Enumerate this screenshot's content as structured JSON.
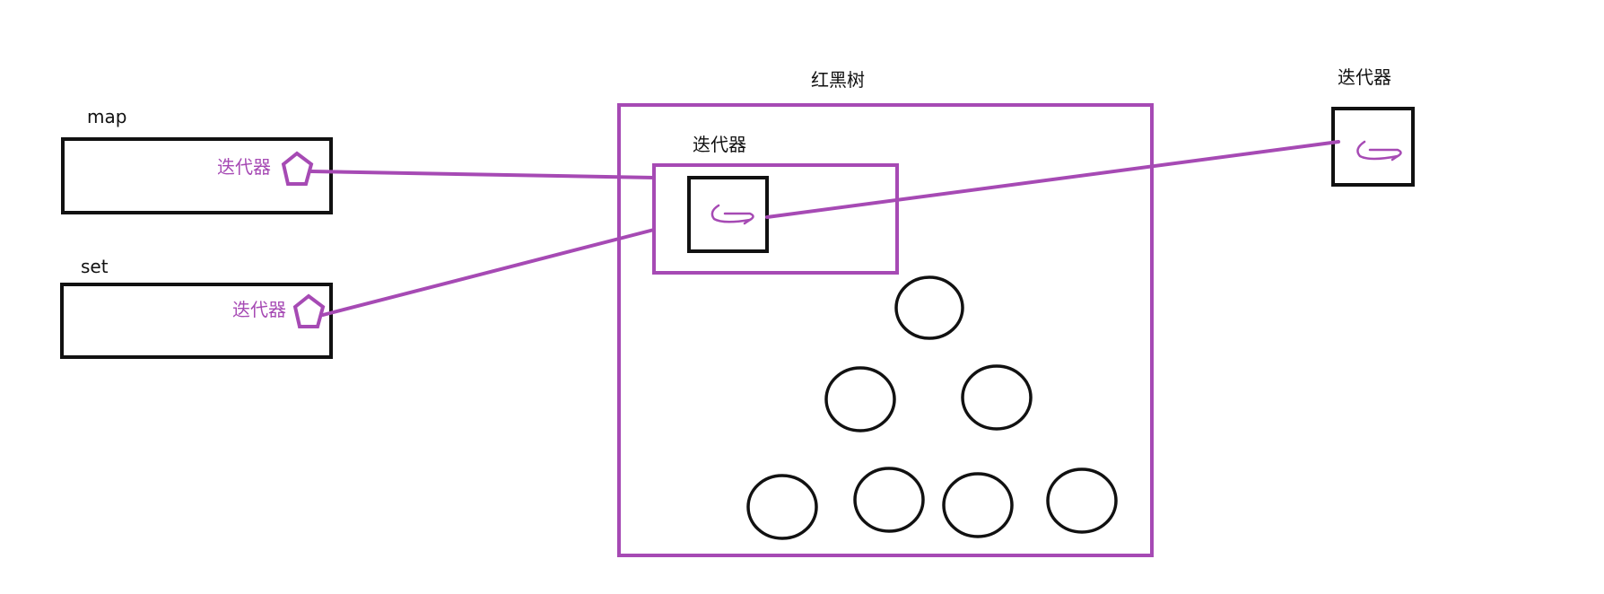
{
  "colors": {
    "accent": "#a64ab4",
    "ink": "#111111",
    "background": "#ffffff"
  },
  "labels": {
    "map": "map",
    "set": "set",
    "rbtree": "红黑树",
    "iterator_inner": "迭代器",
    "iterator_right": "迭代器",
    "map_iterator": "迭代器",
    "set_iterator": "迭代器"
  },
  "icons": {
    "map_iterator_marker": "pentagon-icon",
    "set_iterator_marker": "pentagon-icon",
    "inner_iterator_symbol": "bidirectional-arrow-icon",
    "right_iterator_symbol": "bidirectional-arrow-icon"
  },
  "tree": {
    "levels": [
      1,
      2,
      4
    ]
  }
}
